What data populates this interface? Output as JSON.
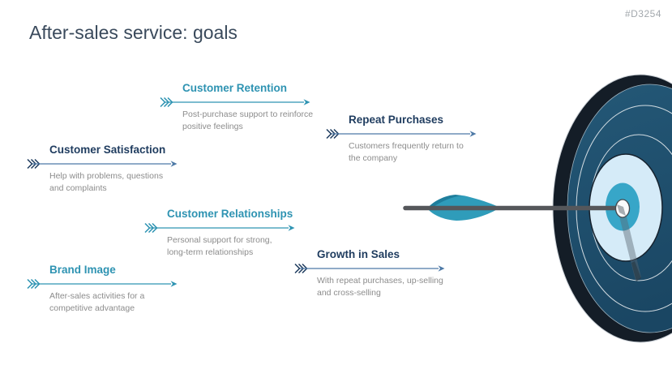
{
  "slide": {
    "code": "#D3254",
    "title": "After-sales service: goals"
  },
  "colors": {
    "teal": "#2E93B2",
    "navy_heading": "#1F3C5F",
    "navy_line": "#4D79A6",
    "title_color": "#3A4A5C",
    "description_gray": "#8C8C8C",
    "code_gray": "#A3A8AD",
    "target_rim": "#141D27",
    "target_face_blue": "#1D4E70",
    "target_light_blue": "#D5EBF8",
    "target_center_teal": "#37A6C8",
    "arrow_shaft_gray": "#55575B",
    "fletching_teal": "#2F9CBA"
  },
  "goals": {
    "items": [
      {
        "title": "Customer Retention",
        "accent": "teal",
        "desc_lines": [
          "Post-purchase support to reinforce",
          "positive feelings"
        ]
      },
      {
        "title": "Repeat Purchases",
        "accent": "navy",
        "desc_lines": [
          "Customers frequently return to",
          "the company"
        ]
      },
      {
        "title": "Customer Satisfaction",
        "accent": "navy",
        "desc_lines": [
          "Help with problems, questions",
          "and complaints"
        ]
      },
      {
        "title": "Customer Relationships",
        "accent": "teal",
        "desc_lines": [
          "Personal support for strong,",
          "long-term relationships"
        ]
      },
      {
        "title": "Growth in Sales",
        "accent": "navy",
        "desc_lines": [
          "With repeat purchases, up-selling",
          "and cross-selling"
        ]
      },
      {
        "title": "Brand Image",
        "accent": "teal",
        "desc_lines": [
          "After-sales activities for a",
          "competitive advantage"
        ]
      }
    ]
  },
  "graphics": {
    "target_icon": "bullseye-target",
    "dart_icon": "arrow-in-bullseye"
  }
}
